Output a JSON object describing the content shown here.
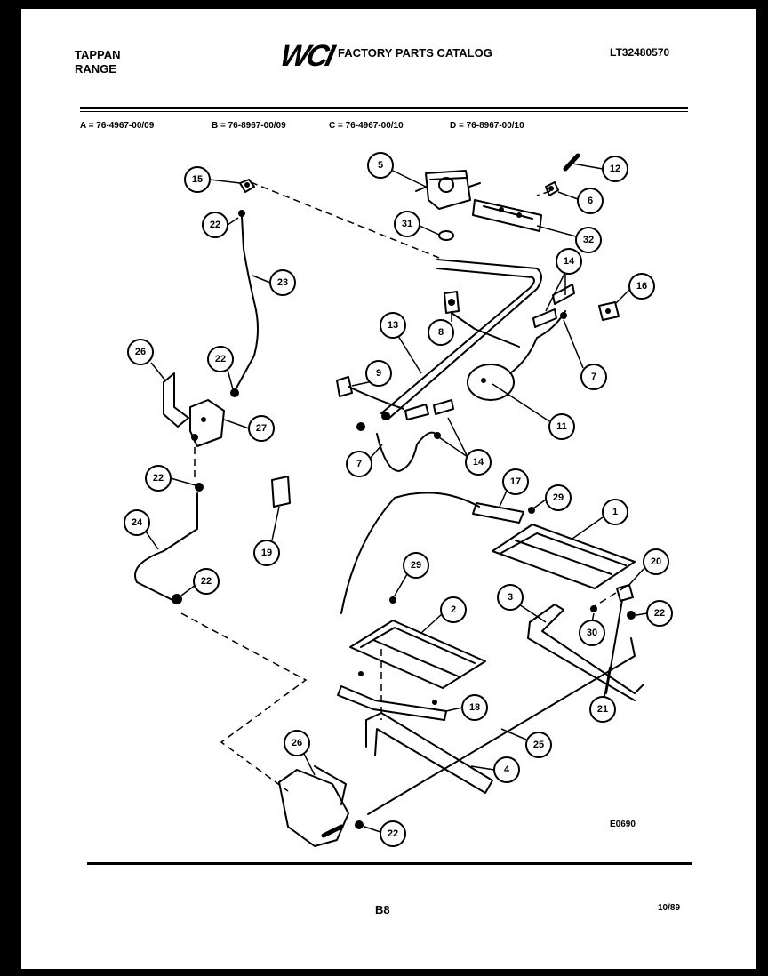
{
  "header": {
    "brand_line1": "TAPPAN",
    "brand_line2": "RANGE",
    "logo": "WCI",
    "catalog_title": "FACTORY PARTS CATALOG",
    "doc_number": "LT32480570"
  },
  "models": {
    "a": "A = 76-4967-00/09",
    "b": "B = 76-8967-00/09",
    "c": "C = 76-4967-00/10",
    "d": "D = 76-8967-00/10"
  },
  "diagram": {
    "code": "E0690",
    "callouts": [
      {
        "id": "15",
        "label": "15"
      },
      {
        "id": "22a",
        "label": "22"
      },
      {
        "id": "23",
        "label": "23"
      },
      {
        "id": "5",
        "label": "5"
      },
      {
        "id": "31",
        "label": "31"
      },
      {
        "id": "12",
        "label": "12"
      },
      {
        "id": "6",
        "label": "6"
      },
      {
        "id": "32",
        "label": "32"
      },
      {
        "id": "14a",
        "label": "14"
      },
      {
        "id": "16",
        "label": "16"
      },
      {
        "id": "13",
        "label": "13"
      },
      {
        "id": "8",
        "label": "8"
      },
      {
        "id": "7a",
        "label": "7"
      },
      {
        "id": "26a",
        "label": "26"
      },
      {
        "id": "22b",
        "label": "22"
      },
      {
        "id": "9",
        "label": "9"
      },
      {
        "id": "11",
        "label": "11"
      },
      {
        "id": "27",
        "label": "27"
      },
      {
        "id": "7b",
        "label": "7"
      },
      {
        "id": "14b",
        "label": "14"
      },
      {
        "id": "22c",
        "label": "22"
      },
      {
        "id": "17",
        "label": "17"
      },
      {
        "id": "29a",
        "label": "29"
      },
      {
        "id": "1",
        "label": "1"
      },
      {
        "id": "24",
        "label": "24"
      },
      {
        "id": "19",
        "label": "19"
      },
      {
        "id": "22d",
        "label": "22"
      },
      {
        "id": "29b",
        "label": "29"
      },
      {
        "id": "20",
        "label": "20"
      },
      {
        "id": "2",
        "label": "2"
      },
      {
        "id": "3",
        "label": "3"
      },
      {
        "id": "22e",
        "label": "22"
      },
      {
        "id": "30",
        "label": "30"
      },
      {
        "id": "18",
        "label": "18"
      },
      {
        "id": "21",
        "label": "21"
      },
      {
        "id": "25",
        "label": "25"
      },
      {
        "id": "26b",
        "label": "26"
      },
      {
        "id": "4",
        "label": "4"
      },
      {
        "id": "22f",
        "label": "22"
      }
    ]
  },
  "footer": {
    "page_code": "B8",
    "date_code": "10/89"
  }
}
